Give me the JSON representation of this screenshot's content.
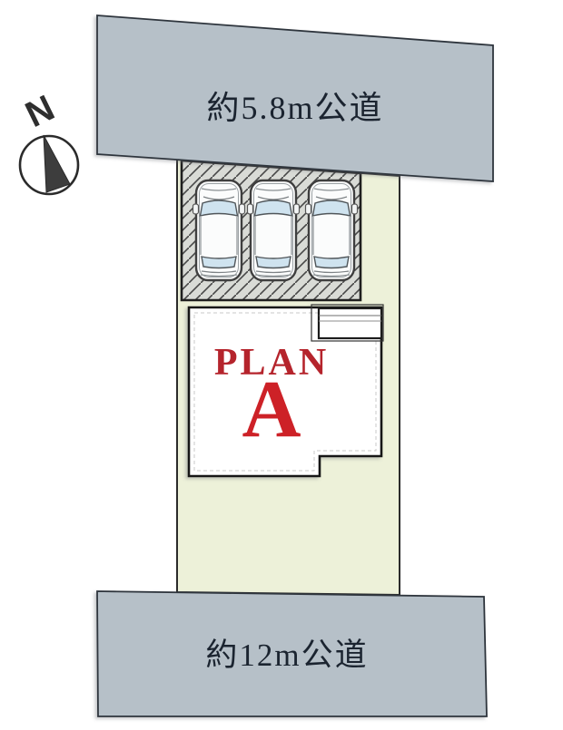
{
  "compass": {
    "label": "N"
  },
  "roads": {
    "top": {
      "label": "約5.8m公道"
    },
    "bottom": {
      "label": "約12m公道"
    }
  },
  "building": {
    "plan_label": "PLAN",
    "plan_letter": "A"
  },
  "parking": {
    "car_count": 3
  },
  "colors": {
    "road-fill": "#b6c0c8",
    "road-edge": "#2f353d",
    "plot-fill": "#edf1d9",
    "plot-edge": "#2b2b2b",
    "parking-fill": "#d9dbd6",
    "hatch-line": "#474747",
    "building-fill": "#ffffff",
    "building-edge": "#161616",
    "plan-red": "#b5242c",
    "plan-a-red": "#cd2127",
    "label-dark": "#1b2430",
    "glass-blue": "#cfe3ef",
    "compass-dark": "#3d3d3d"
  }
}
